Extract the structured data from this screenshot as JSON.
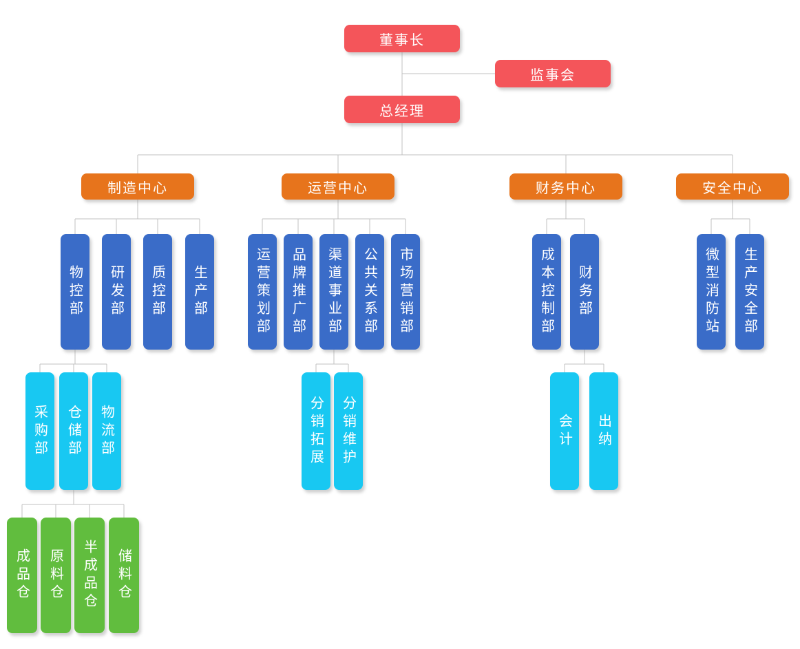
{
  "colors": {
    "red": "#f4555a",
    "orange": "#e7741c",
    "blue": "#3a6cc8",
    "cyan": "#18c8f2",
    "green": "#61bd3e",
    "line": "#c0c0c0"
  },
  "org": {
    "level1": {
      "chairman": "董事长",
      "supervisory_board": "监事会",
      "general_manager": "总经理"
    },
    "centers": [
      "制造中心",
      "运营中心",
      "财务中心",
      "安全中心"
    ],
    "departments": {
      "manufacturing": [
        "物控部",
        "研发部",
        "质控部",
        "生产部"
      ],
      "operations": [
        "运营策划部",
        "品牌推广部",
        "渠道事业部",
        "公共关系部",
        "市场营销部"
      ],
      "finance": [
        "成本控制部",
        "财务部"
      ],
      "safety": [
        "微型消防站",
        "生产安全部"
      ]
    },
    "offices": {
      "material_control": [
        "采购部",
        "仓储部",
        "物流部"
      ],
      "channel": [
        "分销拓展",
        "分销维护"
      ],
      "finance": [
        "会计",
        "出纳"
      ]
    },
    "warehouses": [
      "成品仓",
      "原料仓",
      "半成品仓",
      "储料仓"
    ]
  }
}
